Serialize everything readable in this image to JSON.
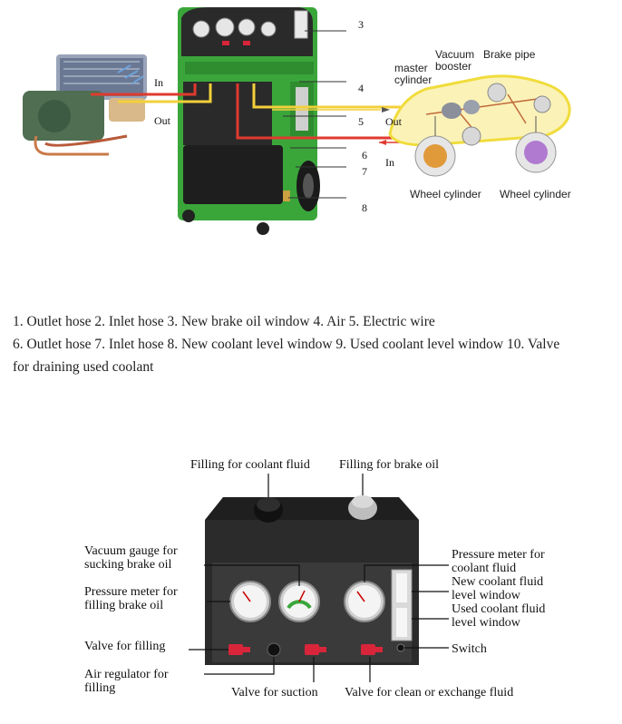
{
  "top_diagram": {
    "left_labels": {
      "in": "In",
      "out": "Out"
    },
    "callout_numbers": [
      "3",
      "4",
      "5",
      "6",
      "7",
      "8"
    ],
    "right_labels": {
      "out": "Out",
      "in": "In",
      "master_cylinder": [
        "master",
        "cylinder"
      ],
      "vacuum_booster": [
        "Vacuum",
        "booster"
      ],
      "brake_pipe": "Brake pipe",
      "wheel_cylinder_left": "Wheel cylinder",
      "wheel_cylinder_right": "Wheel cylinder"
    },
    "colors": {
      "machine_green": "#3aa63a",
      "hose_red": "#e03a2e",
      "hose_yellow": "#f3d03a",
      "car_outline": "#f0dc3c"
    }
  },
  "caption": {
    "line1": "1. Outlet hose 2. Inlet hose 3. New brake oil window 4. Air 5. Electric wire",
    "line2": "6. Outlet hose 7. Inlet hose 8. New coolant level window 9. Used coolant level window 10. Valve",
    "line3": "for draining used coolant"
  },
  "panel_diagram": {
    "labels": {
      "filling_coolant": "Filling for coolant fluid",
      "filling_brake": "Filling for brake oil",
      "vacuum_gauge": [
        "Vacuum gauge for",
        "sucking brake oil"
      ],
      "pressure_filling_brake": [
        "Pressure meter for",
        "filling brake oil"
      ],
      "valve_filling": "Valve for filling",
      "air_regulator": [
        "Air regulator for",
        "filling"
      ],
      "valve_suction": "Valve for suction",
      "valve_clean": "Valve for clean or exchange fluid",
      "pressure_coolant": [
        "Pressure meter for",
        "coolant fluid"
      ],
      "new_coolant_window": [
        "New coolant fluid",
        "level window"
      ],
      "used_coolant_window": [
        "Used coolant fluid",
        "level window"
      ],
      "switch": "Switch"
    },
    "colors": {
      "panel_dark": "#2b2b2b",
      "valve_red": "#d8253a",
      "gauge_face": "#f4f4f4"
    }
  }
}
